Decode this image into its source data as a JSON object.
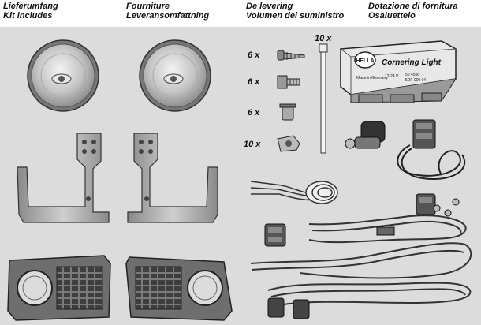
{
  "headers": [
    {
      "line1": "Lieferumfang",
      "line2": "Kit includes"
    },
    {
      "line1": "Fourniture",
      "line2": "Leveransomfattning"
    },
    {
      "line1": "De levering",
      "line2": "Volumen del suministro"
    },
    {
      "line1": "Dotazione di fornitura",
      "line2": "Osaluettelo"
    }
  ],
  "quantities": {
    "cable_ties": "10 x",
    "screws": "6 x",
    "bolts": "6 x",
    "nuts": "6 x",
    "clips": "10 x"
  },
  "module": {
    "brand": "HELLA",
    "label": "Cornering Light",
    "made_in": "Made in Germany",
    "rating": "12/24 V",
    "code1": "50 4556",
    "code2": "5DF 009 04"
  }
}
